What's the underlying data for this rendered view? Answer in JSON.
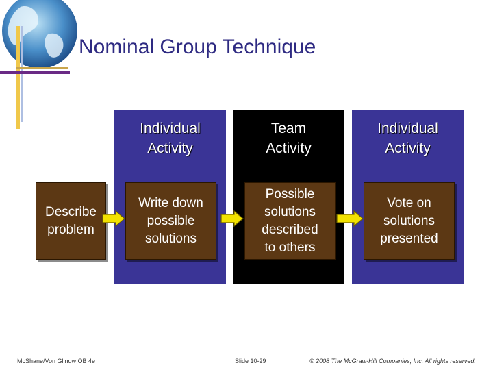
{
  "title": "Nominal Group Technique",
  "columns": [
    {
      "heading": "Individual\nActivity",
      "text": "Write down\npossible\nsolutions"
    },
    {
      "heading": "Team\nActivity",
      "text": "Possible\nsolutions\ndescribed\nto others"
    },
    {
      "heading": "Individual\nActivity",
      "text": "Vote on\nsolutions\npresented"
    }
  ],
  "start_box": "Describe\nproblem",
  "footer": {
    "left": "McShane/Von Glinow OB 4e",
    "middle": "Slide 10-29",
    "right": "© 2008 The McGraw-Hill Companies, Inc. All rights reserved."
  },
  "colors": {
    "title": "#2e2a82",
    "panel_individual": "#3a3496",
    "panel_team": "#000000",
    "box": "#5c3814",
    "arrow": "#f2e200"
  },
  "icons": {
    "corner": "globe-icon",
    "connector": "right-arrow-icon"
  }
}
